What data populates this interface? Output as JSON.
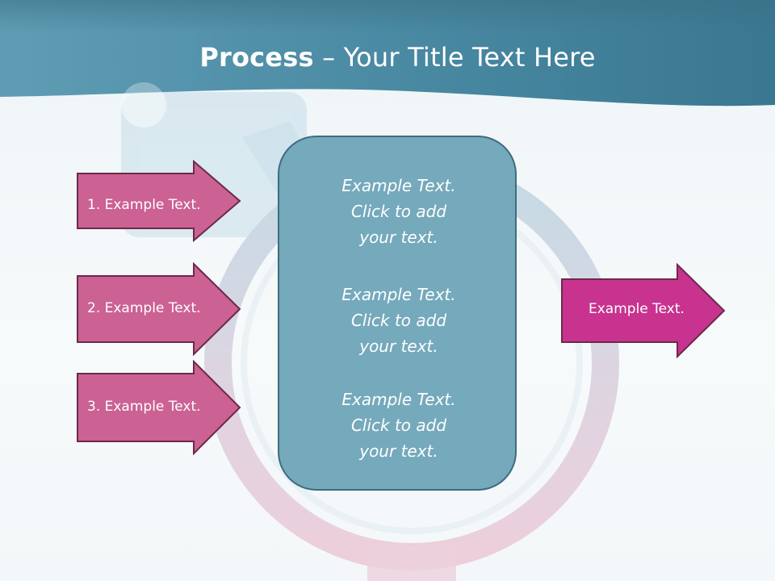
{
  "title": {
    "bold": "Process",
    "rest": " – Your Title Text Here"
  },
  "left_items": [
    "1. Example Text.",
    "2. Example Text.",
    "3. Example Text."
  ],
  "center_blocks": [
    [
      "Example Text.",
      "Click  to add",
      "your text."
    ],
    [
      "Example Text.",
      "Click  to add",
      "your text."
    ],
    [
      "Example Text.",
      "Click  to add",
      "your text."
    ]
  ],
  "output_item": "Example Text.",
  "colors": {
    "header": "#4a8aa2",
    "left_arrow_fill": "#cc6193",
    "right_arrow_fill": "#c8338f",
    "arrow_border": "#6b2a4a",
    "center_box_fill": "#75a9bc",
    "center_box_border": "#3e6d7d"
  }
}
